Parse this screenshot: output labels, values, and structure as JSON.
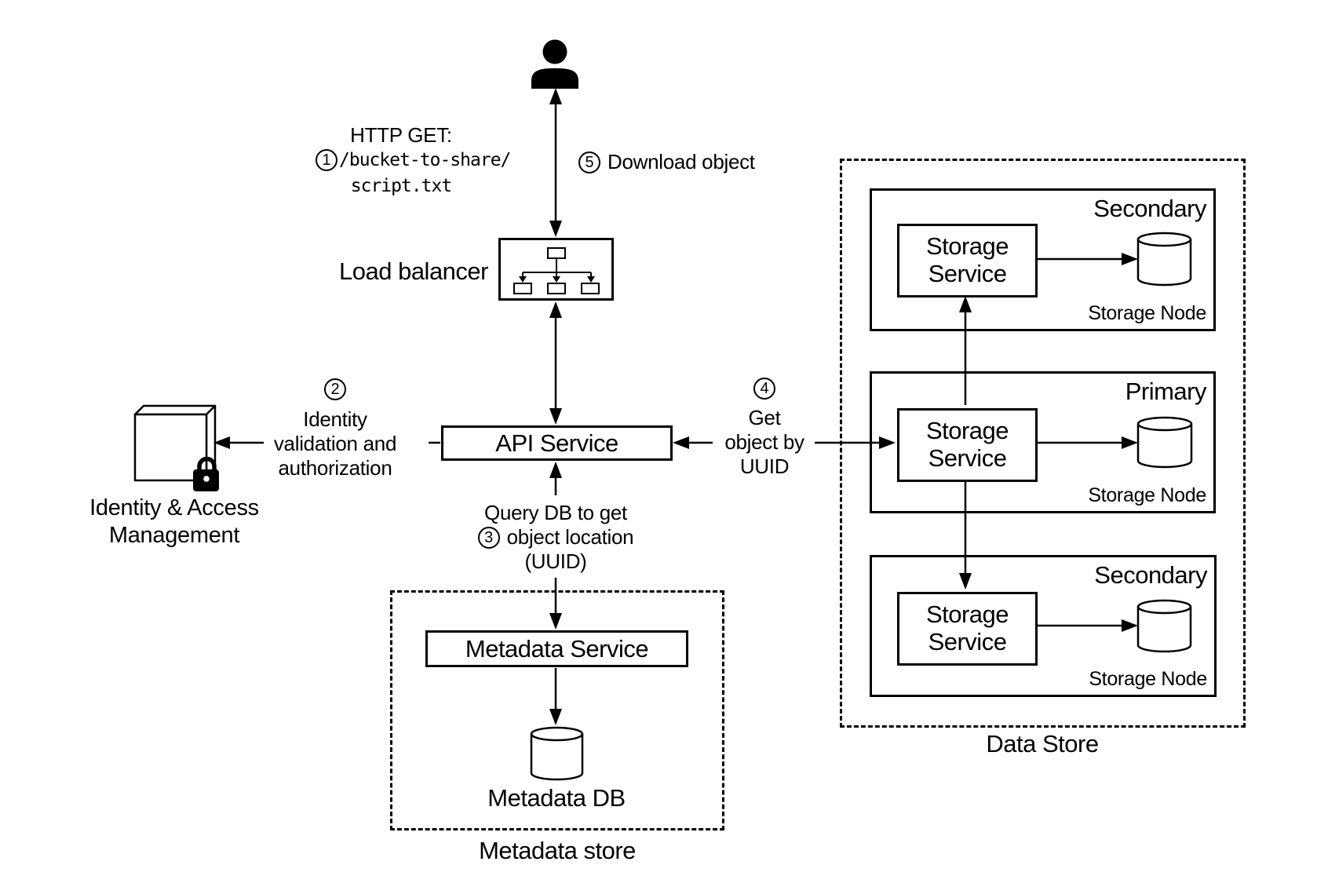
{
  "request": {
    "step": "1",
    "title": "HTTP GET:",
    "path_line1": "/bucket-to-share/",
    "path_line2": "script.txt"
  },
  "download": {
    "step": "5",
    "label": "Download object"
  },
  "load_balancer": {
    "label": "Load balancer"
  },
  "api_service": {
    "label": "API Service"
  },
  "identity": {
    "step": "2",
    "annotation_lines": [
      "Identity",
      "validation and",
      "authorization"
    ],
    "label_line1": "Identity & Access",
    "label_line2": "Management"
  },
  "metadata_flow": {
    "step": "3",
    "line1": "Query DB to get",
    "line2": "object location",
    "line3": "(UUID)"
  },
  "get_object": {
    "step": "4",
    "line1": "Get",
    "line2": "object by",
    "line3": "UUID"
  },
  "metadata_store": {
    "label": "Metadata store",
    "service_label": "Metadata Service",
    "db_label": "Metadata DB"
  },
  "data_store": {
    "label": "Data Store",
    "nodes": [
      {
        "role": "Secondary",
        "service_label": "Storage Service",
        "node_label": "Storage Node"
      },
      {
        "role": "Primary",
        "service_label": "Storage Service",
        "node_label": "Storage Node"
      },
      {
        "role": "Secondary",
        "service_label": "Storage Service",
        "node_label": "Storage Node"
      }
    ]
  },
  "colors": {
    "ink": "#000000",
    "background": "#ffffff"
  }
}
